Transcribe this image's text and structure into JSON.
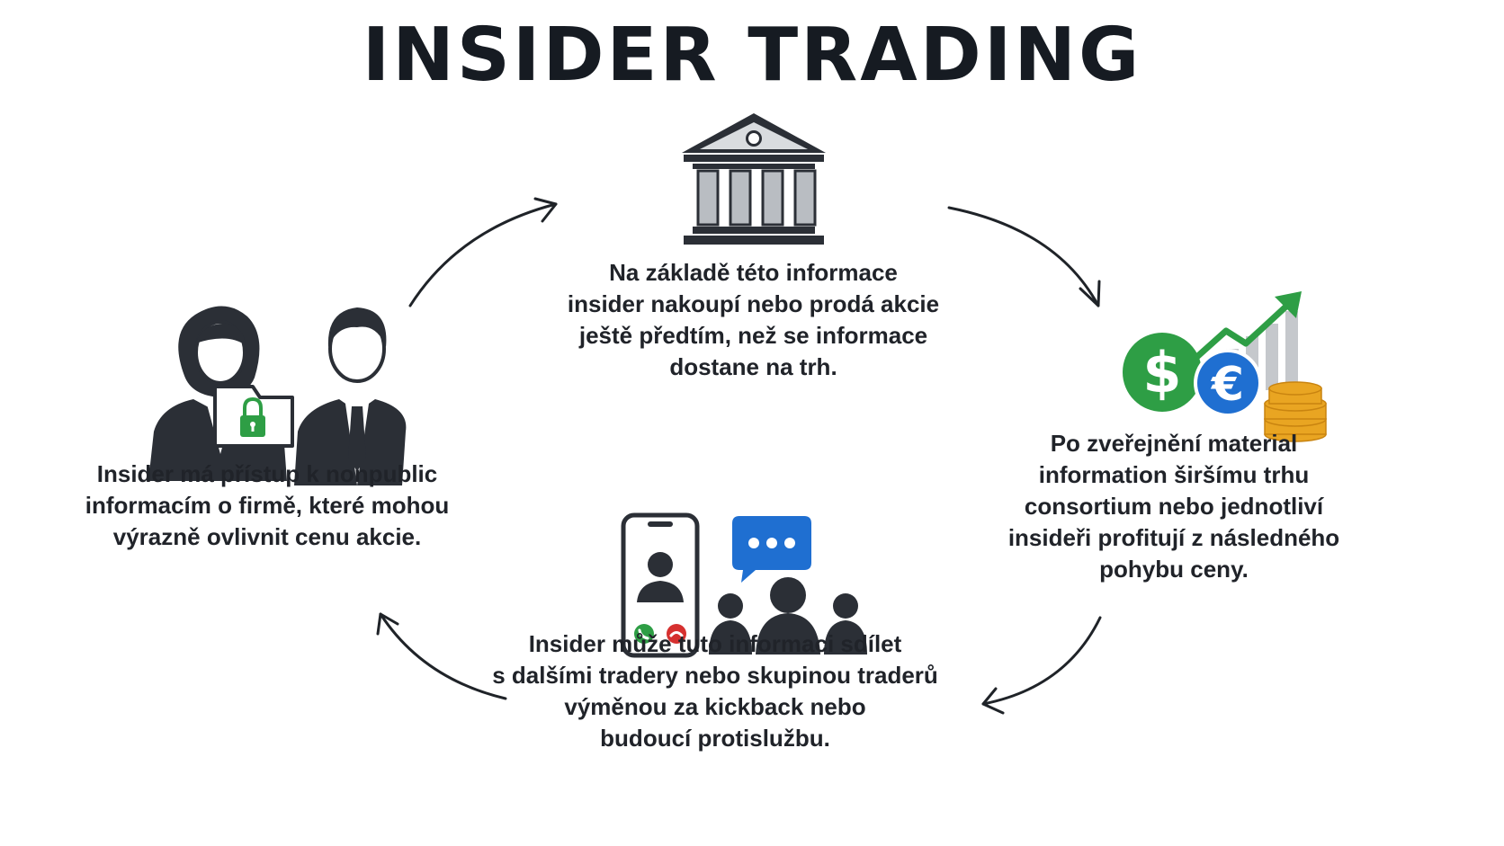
{
  "title": "INSIDER TRADING",
  "steps": [
    {
      "id": "access",
      "lines": [
        "Insider má přístup k nonpublic",
        "informacím o firmě, které mohou",
        "výrazně ovlivnit cenu akcie."
      ],
      "icons": [
        "businesswoman-icon",
        "businessman-icon",
        "locked-folder-icon"
      ]
    },
    {
      "id": "trade",
      "lines": [
        "Na základě této informace",
        "insider nakoupí nebo prodá akcie",
        "ještě předtím, než se informace",
        "dostane na trh."
      ],
      "icons": [
        "stock-exchange-building-icon"
      ]
    },
    {
      "id": "profit",
      "lines": [
        "Po zveřejnění material",
        "information širšímu trhu",
        "consortium nebo jednotliví",
        "insideři profitují z následného",
        "pohybu ceny."
      ],
      "icons": [
        "dollar-coin-icon",
        "euro-coin-icon",
        "coin-stack-icon",
        "rising-chart-icon"
      ]
    },
    {
      "id": "share",
      "lines": [
        "Insider může tuto informaci sdílet",
        "s dalšími tradery nebo skupinou traderů",
        "výměnou za kickback nebo",
        "budoucí protislužbu."
      ],
      "icons": [
        "smartphone-call-icon",
        "chat-bubble-icon",
        "group-icon"
      ]
    }
  ],
  "currency_symbols": {
    "dollar": "$",
    "euro": "€"
  },
  "colors": {
    "dark": "#2b2f36",
    "green": "#2e9e45",
    "blue": "#1f6fd1",
    "gold": "#e9a522",
    "red": "#d6302f",
    "gray": "#bfc3c8"
  }
}
